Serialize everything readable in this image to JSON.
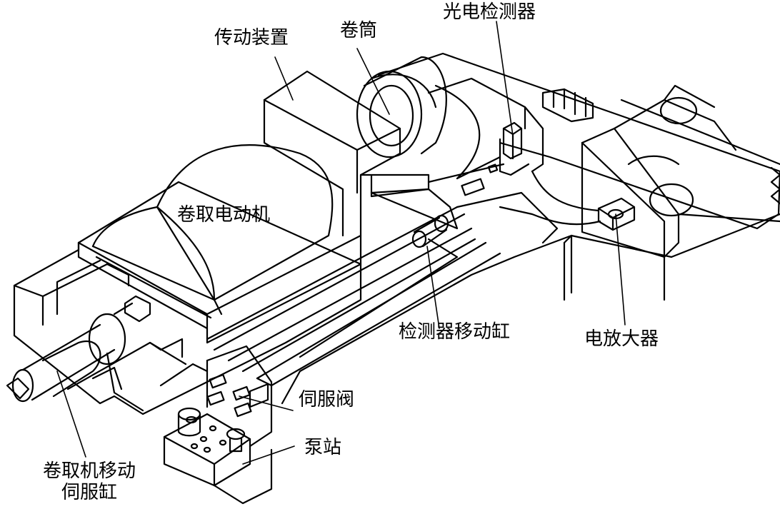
{
  "labels": {
    "transmission": "传动装置",
    "drum": "卷筒",
    "photo_detector": "光电检测器",
    "winding_motor": "卷取电动机",
    "detector_cylinder": "检测器移动缸",
    "amplifier": "电放大器",
    "servo_valve": "伺服阀",
    "pump_station": "泵站",
    "coiler_cylinder_line1": "卷取机移动",
    "coiler_cylinder_line2": "伺服缸"
  },
  "colors": {
    "line": "#000000",
    "background": "#ffffff",
    "hatch": "#000000"
  }
}
